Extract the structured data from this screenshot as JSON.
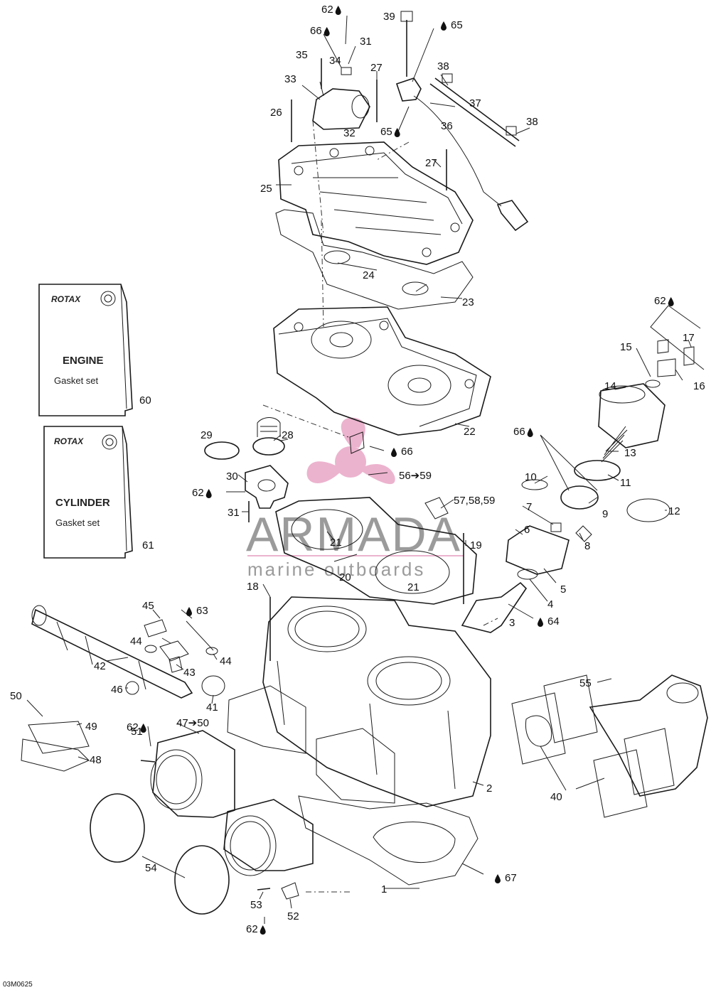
{
  "drawing_code": "03M0625",
  "watermark": {
    "brand": "ARMADA",
    "tagline": "marine outboards",
    "brand_color": "#8a8a8a",
    "accent_color": "#e9a6c6"
  },
  "kits": [
    {
      "brand": "ROTAX",
      "title": "ENGINE",
      "subtitle": "Gasket set",
      "number": "60"
    },
    {
      "brand": "ROTAX",
      "title": "CYLINDER",
      "subtitle": "Gasket set",
      "number": "61"
    }
  ],
  "labels": {
    "l62a": "62",
    "l66a": "66",
    "l31a": "31",
    "l39": "39",
    "l65a": "65",
    "l35": "35",
    "l34": "34",
    "l27a": "27",
    "l38a": "38",
    "l33": "33",
    "l26": "26",
    "l32": "32",
    "l65b": "65",
    "l36": "36",
    "l37": "37",
    "l38b": "38",
    "l27b": "27",
    "l25": "25",
    "l24": "24",
    "l23": "23",
    "l62b": "62",
    "l17": "17",
    "l15": "15",
    "l16": "16",
    "l14": "14",
    "l22": "22",
    "l29": "29",
    "l28": "28",
    "l66b": "66",
    "l66c": "66",
    "l13": "13",
    "l30": "30",
    "l56": "56➔59",
    "l10": "10",
    "l11": "11",
    "l62c": "62",
    "l57": "57,58,59",
    "l9": "9",
    "l12": "12",
    "l31b": "31",
    "l7": "7",
    "l6": "6",
    "l8": "8",
    "l21a": "21",
    "l19": "19",
    "l20": "20",
    "l5": "5",
    "l18": "18",
    "l21b": "21",
    "l4": "4",
    "l45": "45",
    "l63": "63",
    "l3": "3",
    "l64": "64",
    "l44a": "44",
    "l44b": "44",
    "l42": "42",
    "l43": "43",
    "l55": "55",
    "l46": "46",
    "l41": "41",
    "l50a": "50",
    "l49": "49",
    "l62d": "62",
    "l47": "47➔50",
    "l51": "51",
    "l48": "48",
    "l2": "2",
    "l40": "40",
    "l54": "54",
    "l67": "67",
    "l1": "1",
    "l53": "53",
    "l52": "52",
    "l62e": "62"
  }
}
